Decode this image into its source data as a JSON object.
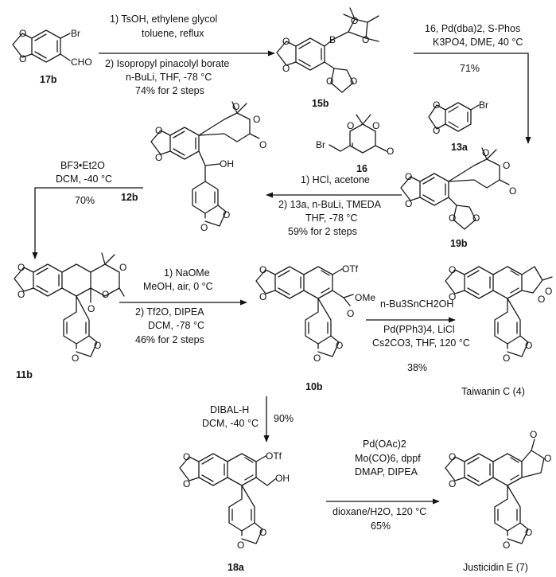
{
  "colors": {
    "ink": "#111111",
    "background": "#ffffff"
  },
  "compounds": {
    "c17b": "17b",
    "c15b": "15b",
    "c16": "16",
    "c13a": "13a",
    "c19b": "19b",
    "c12b": "12b",
    "c11b": "11b",
    "c10b": "10b",
    "c18a": "18a",
    "taiwanin_name": "Taiwanin C (4)",
    "justicidin_name": "Justicidin E (7)"
  },
  "atoms": {
    "Br": "Br",
    "CHO": "CHO",
    "B": "B",
    "O": "O",
    "OH": "OH",
    "OTf": "OTf",
    "OMe": "OMe"
  },
  "steps": {
    "s1": {
      "l1": "1) TsOH, ethylene glycol",
      "l2": "toluene, reflux",
      "l3": "2) Isopropyl pinacolyl borate",
      "l4": "n-BuLi, THF, -78 °C",
      "l5": "74% for 2 steps"
    },
    "s2": {
      "l1": "16, Pd(dba)2, S-Phos",
      "l2": "K3PO4, DME, 40 °C",
      "l3": "71%"
    },
    "s3": {
      "l1": "1) HCl, acetone",
      "l2": "2) 13a, n-BuLi, TMEDA",
      "l3": "THF, -78 °C",
      "l4": "59% for 2 steps"
    },
    "s4": {
      "l1": "BF3•Et2O",
      "l2": "DCM, -40 °C",
      "l3": "70%"
    },
    "s5": {
      "l1": "1) NaOMe",
      "l2": "MeOH, air, 0 °C",
      "l3": "2) Tf2O, DIPEA",
      "l4": "DCM, -78 °C",
      "l5": "46% for 2 steps"
    },
    "s6": {
      "l1": "n-Bu3SnCH2OH",
      "l2": "Pd(PPh3)4, LiCl",
      "l3": "Cs2CO3, THF, 120 °C",
      "l4": "38%"
    },
    "s7": {
      "l1": "DIBAL-H",
      "l2": "DCM, -40 °C",
      "l3": "90%"
    },
    "s8": {
      "l1": "Pd(OAc)2",
      "l2": "Mo(CO)6, dppf",
      "l3": "DMAP, DIPEA",
      "l4": "dioxane/H2O, 120 °C",
      "l5": "65%"
    }
  }
}
